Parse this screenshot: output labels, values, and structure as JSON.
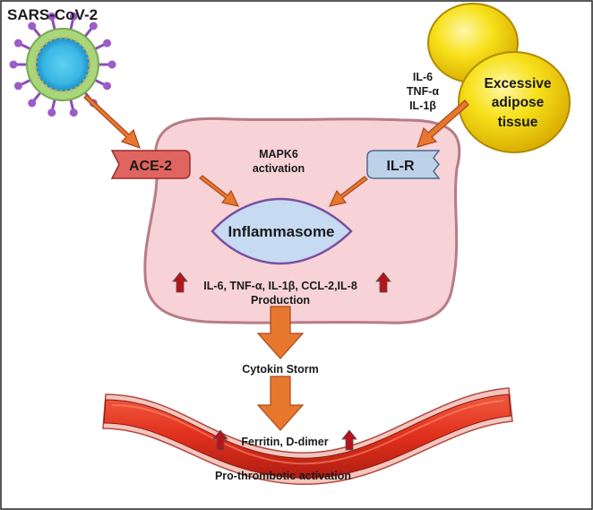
{
  "virus": {
    "label": "SARS-CoV-2"
  },
  "adipose": {
    "label_lines": [
      "Excessive",
      "adipose",
      "tissue"
    ],
    "cytokines": [
      "IL-6",
      "TNF-α",
      "IL-1β"
    ]
  },
  "cell": {
    "receptor_left": "ACE-2",
    "receptor_right": "IL-R",
    "mapk_lines": [
      "MAPK6",
      "activation"
    ],
    "inflammasome": "Inflammasome",
    "production_lines": [
      "IL-6, TNF-α, IL-1β, CCL-2,IL-8",
      "Production"
    ]
  },
  "cytokine_storm": "Cytokin Storm",
  "vessel": {
    "markers": "Ferritin, D-dimer",
    "activation": "Pro-thrombotic activation"
  },
  "colors": {
    "arrow_orange": "#e8772e",
    "cell_fill": "#f7d3d7",
    "cell_border": "#b77c86",
    "ace2_fill": "#e06460",
    "ilr_fill": "#bdd2e9",
    "inflammasome_fill": "#c6dbf2",
    "inflammasome_border": "#7b4fa0",
    "adipose_fill": "#f7e11a",
    "vessel_red": "#d9301e",
    "up_arrow_red": "#b4141b"
  }
}
